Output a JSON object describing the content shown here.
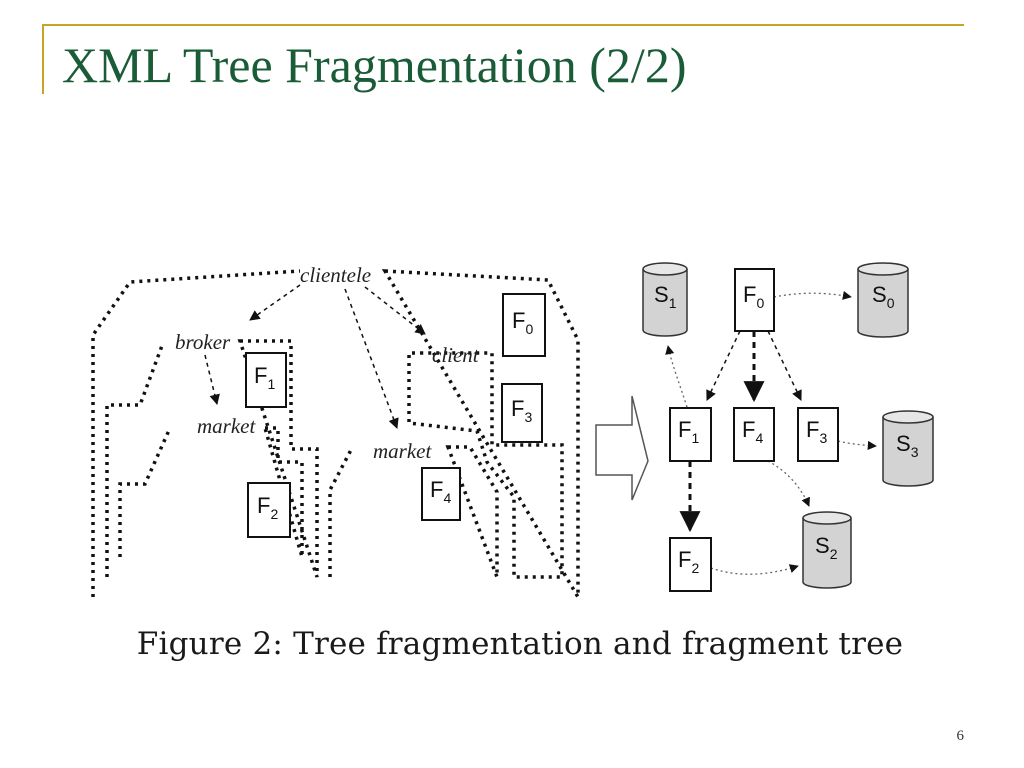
{
  "slide": {
    "title": "XML Tree Fragmentation (2/2)",
    "page_number": "6"
  },
  "figure": {
    "caption": "Figure 2: Tree fragmentation and fragment tree",
    "left_tree": {
      "nodes": [
        {
          "id": "clientele",
          "label": "clientele"
        },
        {
          "id": "broker",
          "label": "broker"
        },
        {
          "id": "client",
          "label": "client"
        },
        {
          "id": "market_broker",
          "label": "market"
        },
        {
          "id": "market_client",
          "label": "market"
        }
      ],
      "fragment_labels": [
        {
          "id": "F0",
          "base": "F",
          "sub": "0"
        },
        {
          "id": "F1",
          "base": "F",
          "sub": "1"
        },
        {
          "id": "F2",
          "base": "F",
          "sub": "2"
        },
        {
          "id": "F3",
          "base": "F",
          "sub": "3"
        },
        {
          "id": "F4",
          "base": "F",
          "sub": "4"
        }
      ]
    },
    "fragment_tree": {
      "fragments": [
        {
          "id": "F0",
          "base": "F",
          "sub": "0"
        },
        {
          "id": "F1",
          "base": "F",
          "sub": "1"
        },
        {
          "id": "F4",
          "base": "F",
          "sub": "4"
        },
        {
          "id": "F3",
          "base": "F",
          "sub": "3"
        },
        {
          "id": "F2",
          "base": "F",
          "sub": "2"
        }
      ],
      "sites": [
        {
          "id": "S1",
          "base": "S",
          "sub": "1"
        },
        {
          "id": "S0",
          "base": "S",
          "sub": "0"
        },
        {
          "id": "S3",
          "base": "S",
          "sub": "3"
        },
        {
          "id": "S2",
          "base": "S",
          "sub": "2"
        }
      ]
    }
  }
}
